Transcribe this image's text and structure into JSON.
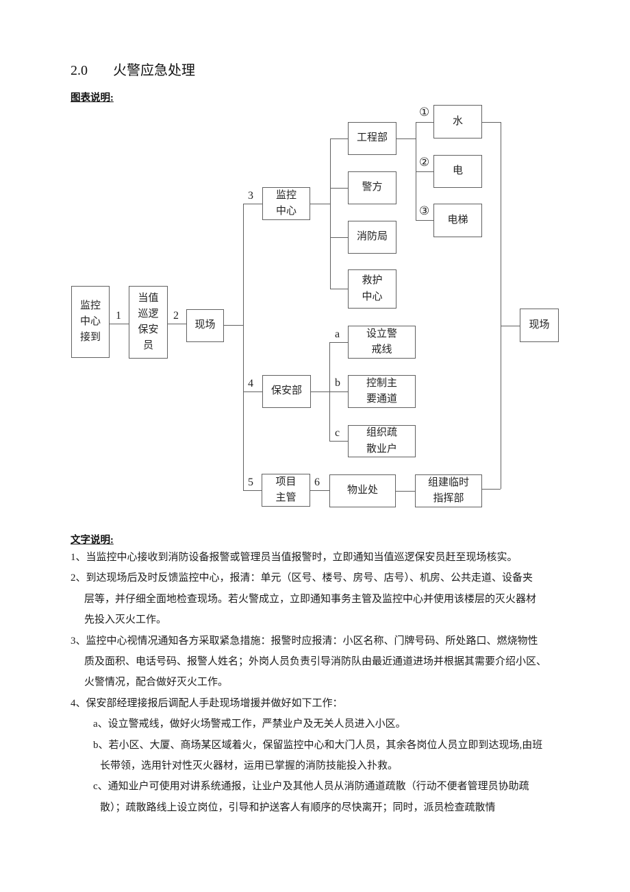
{
  "document": {
    "section_number": "2.0",
    "section_title": "火警应急处理",
    "diagram_heading": "图表说明:",
    "notes_heading": "文字说明:"
  },
  "flowchart": {
    "nodes": {
      "monitor_receive": "监控\n中心\n接到",
      "duty_patrol_guard": "当值\n巡逻\n保安\n员",
      "scene_left": "现场",
      "monitor_center": "监控\n中心",
      "engineering_dept": "工程部",
      "police": "警方",
      "fire_bureau": "消防局",
      "rescue_center": "救护\n中心",
      "water": "水",
      "electricity": "电",
      "elevator": "电梯",
      "scene_right": "现场",
      "security_dept": "保安部",
      "set_cordon": "设立警\n戒线",
      "control_passages": "控制主\n要通道",
      "organize_evacuation": "组织疏\n散业户",
      "project_supervisor": "项目\n主管",
      "property_office": "物业处",
      "temp_command_post": "组建临时\n指挥部"
    },
    "labels": {
      "step1": "1",
      "step2": "2",
      "step3": "3",
      "step4": "4",
      "step5": "5",
      "step6": "6",
      "sub_a": "a",
      "sub_b": "b",
      "sub_c": "c",
      "circ1": "①",
      "circ2": "②",
      "circ3": "③"
    }
  },
  "notes": {
    "lines": [
      {
        "indent": 0,
        "text": "1、当监控中心接收到消防设备报警或管理员当值报警时，立即通知当值巡逻保安员赶至现场核实。"
      },
      {
        "indent": 0,
        "text": "2、到达现场后及时反馈监控中心，报清：单元（区号、楼号、房号、店号）、机房、公共走道、设备夹"
      },
      {
        "indent": 1,
        "text": "层等，并仔细全面地检查现场。若火警成立，立即通知事务主管及监控中心并使用该楼层的灭火器材"
      },
      {
        "indent": 1,
        "text": "先投入灭火工作。"
      },
      {
        "indent": 0,
        "text": "3、监控中心视情况通知各方采取紧急措施：报警时应报清：小区名称、门牌号码、所处路口、燃烧物性"
      },
      {
        "indent": 1,
        "text": "质及面积、电话号码、报警人姓名；外岗人员负责引导消防队由最近通道进场并根据其需要介绍小区、"
      },
      {
        "indent": 1,
        "text": "火警情况，配合做好灭火工作。"
      },
      {
        "indent": 0,
        "text": "4、保安部经理接报后调配人手赴现场增援并做好如下工作："
      },
      {
        "indent": 2,
        "text": "a、设立警戒线，做好火场警戒工作，严禁业户及无关人员进入小区。"
      },
      {
        "indent": 2,
        "text": "b、若小区、大厦、商场某区域着火，保留监控中心和大门人员，其余各岗位人员立即到达现场,由班"
      },
      {
        "indent": 3,
        "text": "长带领，选用针对性灭火器材，运用已掌握的消防技能投入扑救。"
      },
      {
        "indent": 2,
        "text": "c、通知业户可使用对讲系统通报，让业户及其他人员从消防通道疏散（行动不便者管理员协助疏"
      },
      {
        "indent": 3,
        "text": "散）；疏散路线上设立岗位，引导和护送客人有顺序的尽快离开；同时，派员检查疏散情"
      }
    ]
  }
}
